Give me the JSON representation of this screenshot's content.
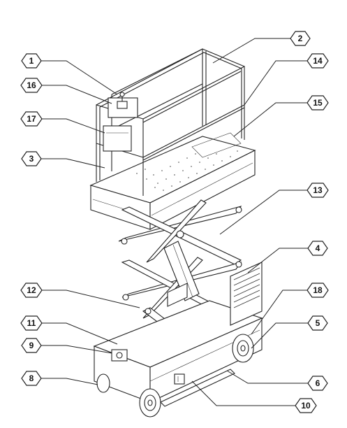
{
  "callouts": [
    {
      "id": "c1",
      "label": "1"
    },
    {
      "id": "c2",
      "label": "2"
    },
    {
      "id": "c3",
      "label": "3"
    },
    {
      "id": "c4",
      "label": "4"
    },
    {
      "id": "c5",
      "label": "5"
    },
    {
      "id": "c6",
      "label": "6"
    },
    {
      "id": "c8",
      "label": "8"
    },
    {
      "id": "c9",
      "label": "9"
    },
    {
      "id": "c10",
      "label": "10"
    },
    {
      "id": "c11",
      "label": "11"
    },
    {
      "id": "c12",
      "label": "12"
    },
    {
      "id": "c13",
      "label": "13"
    },
    {
      "id": "c14",
      "label": "14"
    },
    {
      "id": "c15",
      "label": "15"
    },
    {
      "id": "c16",
      "label": "16"
    },
    {
      "id": "c17",
      "label": "17"
    },
    {
      "id": "c18",
      "label": "18"
    }
  ]
}
